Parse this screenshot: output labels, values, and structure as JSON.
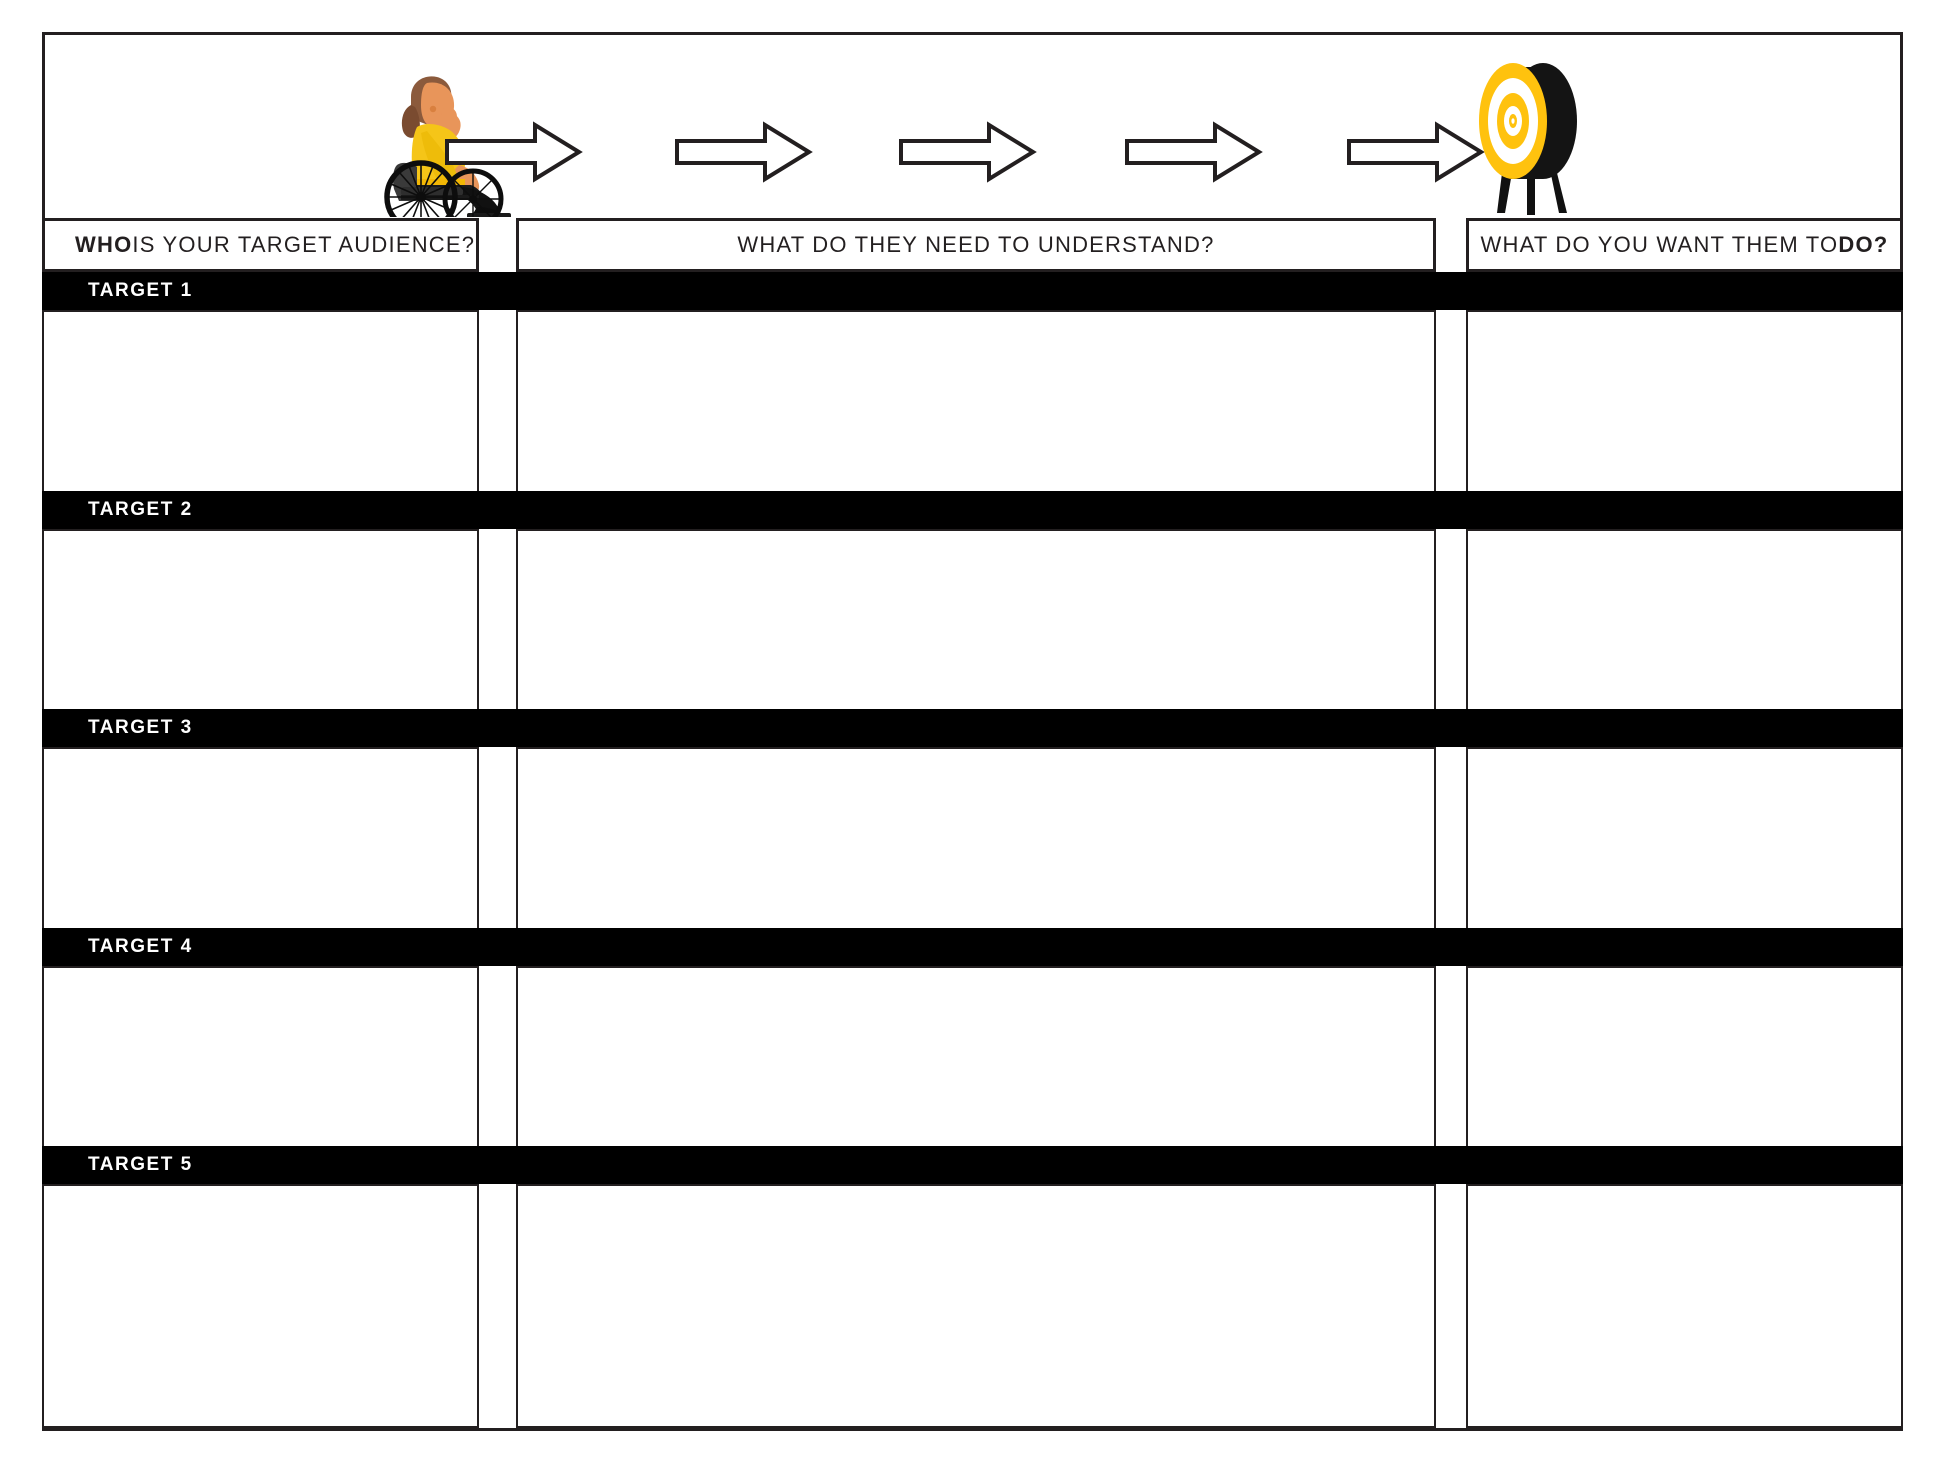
{
  "document": {
    "type": "worksheet-template",
    "title": "Target Audience Communication Planner"
  },
  "colors": {
    "ink": "#231f20",
    "band_bg": "#000000",
    "band_text": "#ffffff",
    "accent_yellow": "#FFC20E",
    "shirt_yellow": "#F5C518",
    "hair_brown": "#8B5A3C",
    "skin_tan": "#E8955A",
    "page_bg": "#ffffff"
  },
  "illustrations": {
    "person": {
      "icon": "person-in-wheelchair-icon",
      "description": "Woman in wheelchair talking on phone"
    },
    "target": {
      "icon": "bullseye-target-icon",
      "description": "Bullseye target on tripod stand"
    },
    "arrows": [
      {
        "icon": "arrow-right-icon"
      },
      {
        "icon": "arrow-right-icon"
      },
      {
        "icon": "arrow-right-icon"
      },
      {
        "icon": "arrow-right-icon"
      },
      {
        "icon": "arrow-right-icon"
      }
    ]
  },
  "headers": {
    "who": {
      "bold_prefix": "WHO",
      "rest": " IS YOUR TARGET AUDIENCE?"
    },
    "understand": {
      "text": "WHAT DO THEY NEED TO UNDERSTAND?"
    },
    "do": {
      "prefix": "WHAT DO YOU WANT THEM TO ",
      "bold_suffix": "DO?"
    }
  },
  "rows": [
    {
      "label": "TARGET 1",
      "who": "",
      "understand": "",
      "do": ""
    },
    {
      "label": "TARGET 2",
      "who": "",
      "understand": "",
      "do": ""
    },
    {
      "label": "TARGET 3",
      "who": "",
      "understand": "",
      "do": ""
    },
    {
      "label": "TARGET 4",
      "who": "",
      "understand": "",
      "do": ""
    },
    {
      "label": "TARGET 5",
      "who": "",
      "understand": "",
      "do": ""
    }
  ]
}
